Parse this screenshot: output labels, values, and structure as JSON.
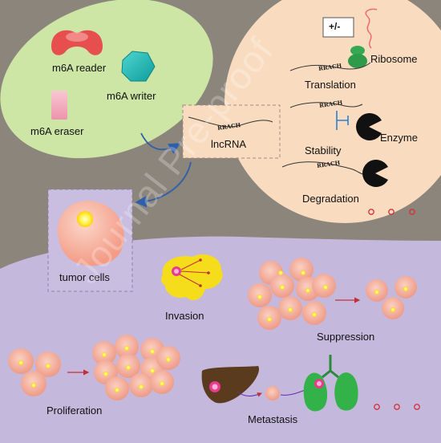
{
  "m6a": {
    "reader_label": "m6A reader",
    "writer_label": "m6A writer",
    "eraser_label": "m6A eraser"
  },
  "center": {
    "lncrna_label": "lncRNA",
    "motif_label": "RRACH"
  },
  "right": {
    "plus_minus_label": "+/-",
    "ribosome_label": "Ribosome",
    "translation_label": "Translation",
    "stability_label": "Stability",
    "enzyme_label": "Enzyme",
    "degradation_label": "Degradation",
    "motif_label": "RRACH"
  },
  "tumor": {
    "tumor_cells_label": "tumor cells",
    "invasion_label": "Invasion",
    "suppression_label": "Suppression",
    "proliferation_label": "Proliferation",
    "metastasis_label": "Metastasis"
  },
  "watermark": "Journal Pre-proof",
  "colors": {
    "background": "#8c857c",
    "green_ellipse": "#cde6a6",
    "peach_circle": "#f9dcc0",
    "purple_region": "#c5b8dd",
    "arrow_blue": "#2f5fa8",
    "cell_fill": "#f6b0a0",
    "lung_green": "#33b24a"
  }
}
